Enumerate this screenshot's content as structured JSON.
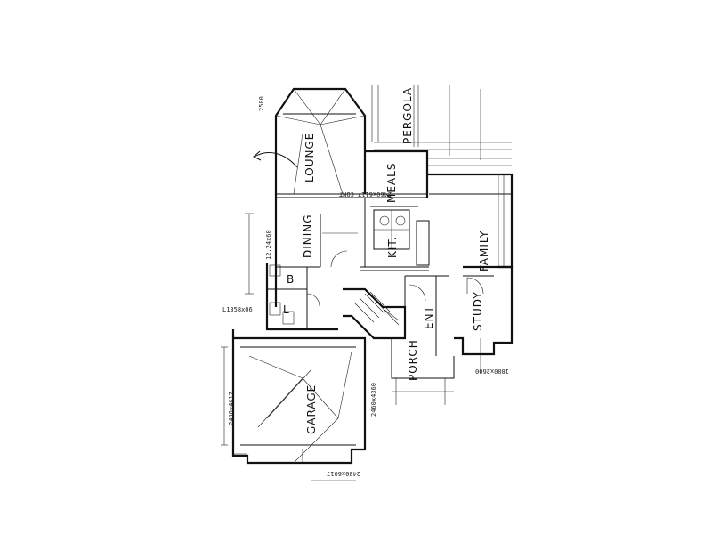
{
  "rooms": {
    "lounge": "LOUNGE",
    "pergola": "PERGOLA",
    "meals": "MEALS",
    "dining": "DINING",
    "kit": "KIT.",
    "family": "FAMILY",
    "study": "STUDY",
    "ent": "ENT",
    "porch": "PORCH",
    "garage": "GARAGE",
    "bath": "B",
    "laundry": "L"
  },
  "notes": {
    "dining_size": "12.24x60",
    "laundry_size": "L1358x06",
    "garage_left": "2490x4617",
    "garage_right": "2460x4360",
    "garage_bottom": "2480x6017",
    "lounge_top": "2500",
    "wall_cont": "2460x6117 CONT",
    "study_bottom": "1800x2600"
  }
}
